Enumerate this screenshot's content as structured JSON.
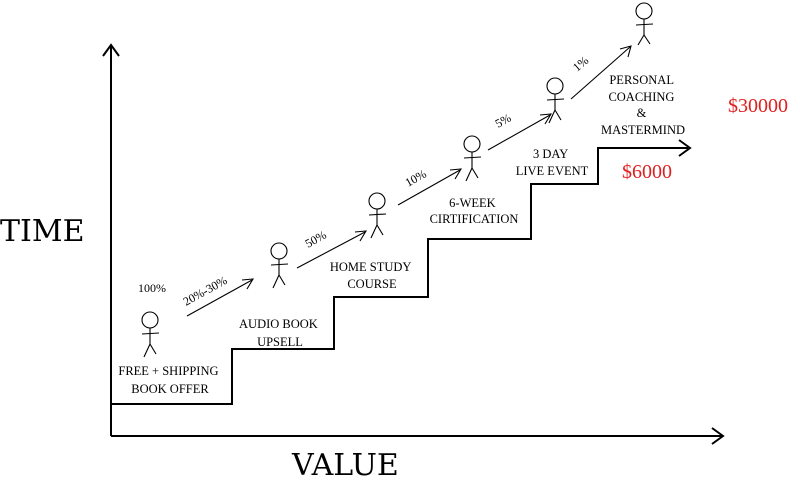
{
  "axes": {
    "y_label": "TIME",
    "x_label": "VALUE"
  },
  "steps": [
    {
      "line1": "FREE + SHIPPING",
      "line2": "BOOK OFFER"
    },
    {
      "line1": "AUDIO BOOK",
      "line2": "UPSELL"
    },
    {
      "line1": "HOME STUDY",
      "line2": "COURSE"
    },
    {
      "line1": "6-WEEK",
      "line2": "CIRTIFICATION"
    },
    {
      "line1": "3 DAY",
      "line2": "LIVE EVENT"
    },
    {
      "line1": "PERSONAL",
      "line2": "COACHING",
      "line3": "&",
      "line4": "MASTERMIND"
    }
  ],
  "conversion_rates": [
    "100%",
    "20%-30%",
    "50%",
    "10%",
    "5%",
    "1%"
  ],
  "prices": {
    "live_event": "$6000",
    "mastermind": "$30000"
  },
  "colors": {
    "price": "#e02020",
    "ink": "#000000"
  }
}
